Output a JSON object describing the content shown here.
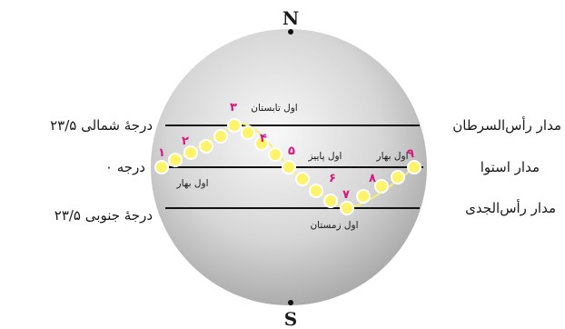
{
  "poles": {
    "north": "N",
    "south": "S"
  },
  "lines": {
    "tropic_cancer": {
      "name": "مدار رأس‌السرطان",
      "degree": "۲۳/۵ درجهٔ شمالی"
    },
    "equator": {
      "name": "مدار استوا",
      "degree": "۰ درجه"
    },
    "tropic_capricorn": {
      "name": "مدار رأس‌الجدی",
      "degree": "۲۳/۵ درجهٔ جنوبی"
    }
  },
  "season_labels": {
    "spring_start": "اول بهار",
    "summer_start": "اول تابستان",
    "autumn_start": "اول پاییز",
    "winter_start": "اول زمستان",
    "spring_again": "اول بهار"
  },
  "numbers": [
    "۱",
    "۲",
    "۳",
    "۴",
    "۵",
    "۶",
    "۷",
    "۸",
    "۹"
  ],
  "colors": {
    "globe_light": "#f7f7f7",
    "globe_dark": "#9a9a9a",
    "sun_fill": "#fff36a",
    "sun_stroke": "#ffffff",
    "number_color": "#d6197f",
    "line_color": "#111111"
  }
}
